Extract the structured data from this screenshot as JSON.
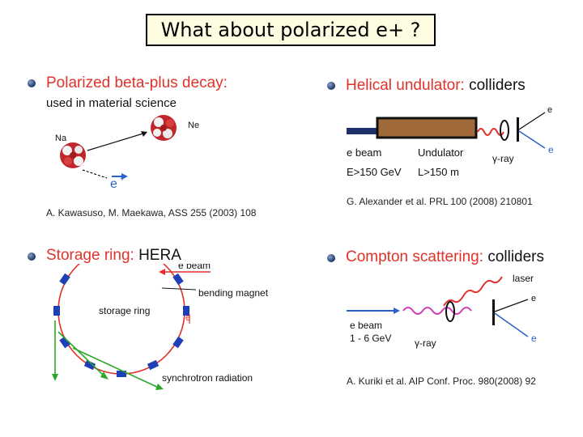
{
  "title": "What about polarized e+ ?",
  "panels": {
    "beta": {
      "heading_red": "Polarized beta-plus decay:",
      "subheading": "used in material science",
      "label_na": "Na",
      "label_ne": "Ne",
      "label_positron": "e",
      "citation": "A. Kawasuso, M. Maekawa, ASS 255 (2003) 108"
    },
    "helical": {
      "heading_red": "Helical undulator:",
      "heading_black": "colliders",
      "label_ebeam": "e beam",
      "label_energy": "E>150 GeV",
      "label_undulator": "Undulator",
      "label_length": "L>150 m",
      "label_gamma": "γ-ray",
      "label_e_minus": "e",
      "label_e_plus": "e",
      "citation": "G. Alexander et al. PRL 100 (2008) 210801"
    },
    "storage": {
      "heading_red": "Storage ring:",
      "heading_black": "HERA",
      "label_ebeam": "e beam",
      "label_bending": "bending magnet",
      "label_ring": "storage ring",
      "label_polarized_e": "e",
      "label_synchrotron": "synchrotron radiation"
    },
    "compton": {
      "heading_red": "Compton scattering:",
      "heading_black": "colliders",
      "label_laser": "laser",
      "label_ebeam": "e beam",
      "label_energy": "1 - 6 GeV",
      "label_gamma": "γ-ray",
      "label_e_minus": "e",
      "label_e_plus": "e",
      "citation": "A. Kuriki et al. AIP Conf. Proc. 980(2008) 92"
    }
  }
}
